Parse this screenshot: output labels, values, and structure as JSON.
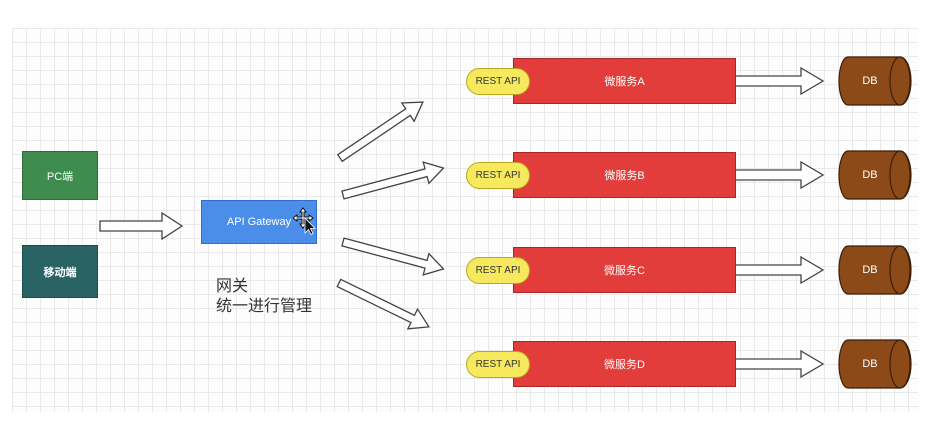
{
  "clients": {
    "pc": "PC端",
    "mobile": "移动端"
  },
  "gateway": {
    "label": "API Gateway",
    "note_line1": "网关",
    "note_line2": "统一进行管理"
  },
  "services": [
    {
      "api": "REST API",
      "name": "微服务A",
      "db": "DB"
    },
    {
      "api": "REST API",
      "name": "微服务B",
      "db": "DB"
    },
    {
      "api": "REST API",
      "name": "微服务C",
      "db": "DB"
    },
    {
      "api": "REST API",
      "name": "微服务D",
      "db": "DB"
    }
  ],
  "colors": {
    "client_pc": "#3f8d4e",
    "client_mobile": "#2a6364",
    "gateway": "#4a8eea",
    "service": "#e23d3a",
    "rest_api": "#f6e95e",
    "db": "#8b4a17"
  },
  "icons": {
    "cursor": "move-cursor-icon"
  }
}
